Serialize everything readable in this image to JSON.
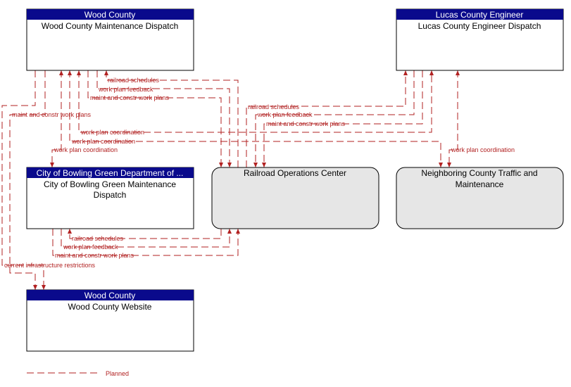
{
  "nodes": {
    "wood_dispatch": {
      "header": "Wood County",
      "title": "Wood County Maintenance Dispatch"
    },
    "lucas_dispatch": {
      "header": "Lucas County Engineer",
      "title": "Lucas County Engineer Dispatch"
    },
    "bg_dispatch": {
      "header": "City of Bowling Green Department of ...",
      "title_line1": "City of Bowling Green Maintenance",
      "title_line2": "Dispatch"
    },
    "railroad": {
      "title": "Railroad Operations Center"
    },
    "neighboring": {
      "title_line1": "Neighboring County Traffic and",
      "title_line2": "Maintenance"
    },
    "wood_website": {
      "header": "Wood County",
      "title": "Wood County Website"
    }
  },
  "flows": {
    "wood_rr_schedules": "railroad schedules",
    "wood_rr_feedback": "work plan feedback",
    "wood_rr_plans": "maint and constr work plans",
    "lucas_rr_schedules": "railroad schedules",
    "lucas_rr_feedback": "work plan feedback",
    "lucas_rr_plans": "maint and constr work plans",
    "wood_lucas_coord": "work plan coordination",
    "wood_neighbor_coord": "work plan coordination",
    "lucas_neighbor_coord": "work plan coordination",
    "wood_bg_coord": "work plan coordination",
    "wood_website_plans": "maint and constr work plans",
    "bg_rr_schedules": "railroad schedules",
    "bg_rr_feedback": "work plan feedback",
    "bg_rr_plans": "maint and constr work plans",
    "website_restrictions": "current infrastructure restrictions"
  },
  "legend": {
    "label": "Planned"
  },
  "colors": {
    "header_bg": "#0a0a8c",
    "flow_planned": "#b22222",
    "external_fill": "#e6e6e6"
  }
}
